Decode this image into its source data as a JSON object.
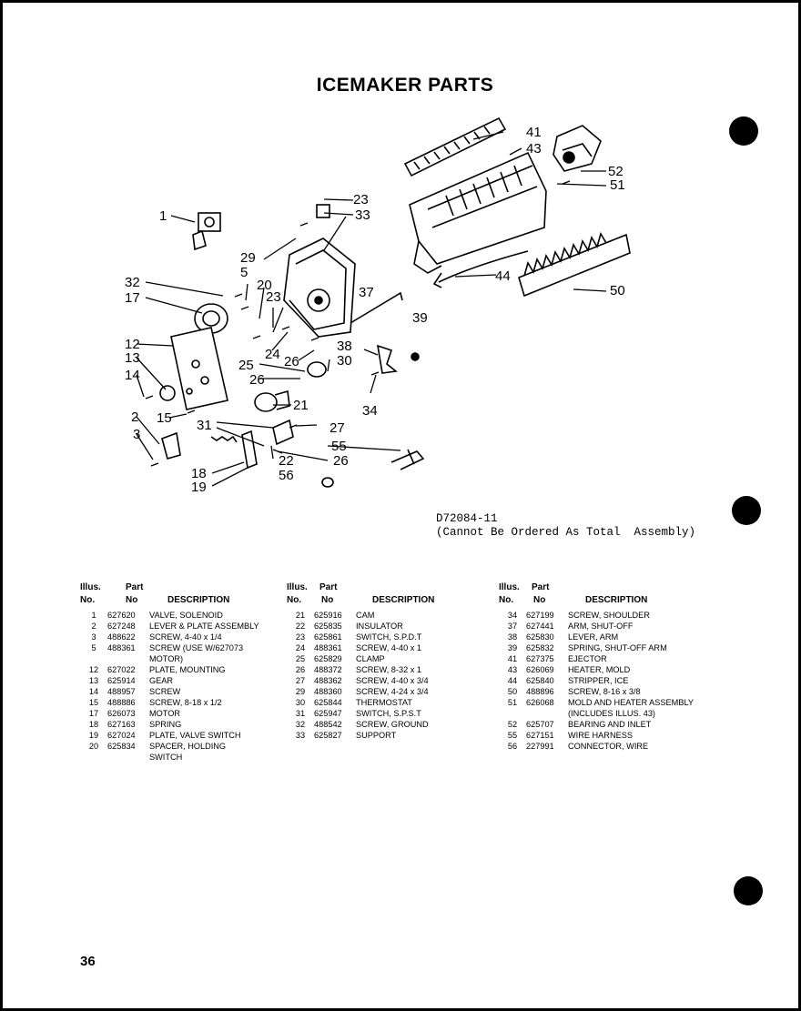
{
  "page": {
    "title": "ICEMAKER PARTS",
    "model_line": "D72084-11",
    "model_note": "(Cannot Be Ordered As Total  Assembly)",
    "page_number": "36"
  },
  "diagram_labels": [
    "1",
    "2",
    "3",
    "5",
    "12",
    "13",
    "14",
    "15",
    "17",
    "18",
    "19",
    "20",
    "21",
    "22",
    "23",
    "23",
    "24",
    "25",
    "26",
    "26",
    "26",
    "27",
    "29",
    "30",
    "31",
    "32",
    "33",
    "34",
    "37",
    "38",
    "39",
    "41",
    "43",
    "44",
    "50",
    "51",
    "52",
    "55",
    "56"
  ],
  "table_headers": {
    "illus": "Illus.",
    "no": "No.",
    "part": "Part",
    "part_no": "No",
    "description": "DESCRIPTION"
  },
  "columns": [
    [
      {
        "illus": "1",
        "part": "627620",
        "desc": "VALVE, SOLENOID"
      },
      {
        "illus": "2",
        "part": "627248",
        "desc": "LEVER & PLATE ASSEMBLY"
      },
      {
        "illus": "3",
        "part": "488622",
        "desc": "SCREW, 4-40 x 1/4"
      },
      {
        "illus": "5",
        "part": "488361",
        "desc": "SCREW (USE W/627073\nMOTOR)"
      },
      {
        "illus": "12",
        "part": "627022",
        "desc": "PLATE, MOUNTING"
      },
      {
        "illus": "13",
        "part": "625914",
        "desc": "GEAR"
      },
      {
        "illus": "14",
        "part": "488957",
        "desc": "SCREW"
      },
      {
        "illus": "15",
        "part": "488886",
        "desc": "SCREW, 8-18 x 1/2"
      },
      {
        "illus": "17",
        "part": "626073",
        "desc": "MOTOR"
      },
      {
        "illus": "18",
        "part": "627163",
        "desc": "SPRING"
      },
      {
        "illus": "19",
        "part": "627024",
        "desc": "PLATE, VALVE SWITCH"
      },
      {
        "illus": "20",
        "part": "625834",
        "desc": "SPACER, HOLDING\nSWITCH"
      }
    ],
    [
      {
        "illus": "21",
        "part": "625916",
        "desc": "CAM"
      },
      {
        "illus": "22",
        "part": "625835",
        "desc": "INSULATOR"
      },
      {
        "illus": "23",
        "part": "625861",
        "desc": "SWITCH, S.P.D.T"
      },
      {
        "illus": "24",
        "part": "488361",
        "desc": "SCREW, 4-40 x 1"
      },
      {
        "illus": "25",
        "part": "625829",
        "desc": "CLAMP"
      },
      {
        "illus": "26",
        "part": "488372",
        "desc": "SCREW, 8-32 x 1"
      },
      {
        "illus": "27",
        "part": "488362",
        "desc": "SCREW, 4-40 x 3/4"
      },
      {
        "illus": "29",
        "part": "488360",
        "desc": "SCREW, 4-24 x 3/4"
      },
      {
        "illus": "30",
        "part": "625844",
        "desc": "THERMOSTAT"
      },
      {
        "illus": "31",
        "part": "625947",
        "desc": "SWITCH, S.P.S.T"
      },
      {
        "illus": "32",
        "part": "488542",
        "desc": "SCREW, GROUND"
      },
      {
        "illus": "33",
        "part": "625827",
        "desc": "SUPPORT"
      }
    ],
    [
      {
        "illus": "34",
        "part": "627199",
        "desc": "SCREW, SHOULDER"
      },
      {
        "illus": "37",
        "part": "627441",
        "desc": "ARM, SHUT-OFF"
      },
      {
        "illus": "38",
        "part": "625830",
        "desc": "LEVER, ARM"
      },
      {
        "illus": "39",
        "part": "625832",
        "desc": "SPRING, SHUT-OFF ARM"
      },
      {
        "illus": "41",
        "part": "627375",
        "desc": "EJECTOR"
      },
      {
        "illus": "43",
        "part": "626069",
        "desc": "HEATER, MOLD"
      },
      {
        "illus": "44",
        "part": "625840",
        "desc": "STRIPPER, ICE"
      },
      {
        "illus": "50",
        "part": "488896",
        "desc": "SCREW, 8-16 x 3/8"
      },
      {
        "illus": "51",
        "part": "626068",
        "desc": "MOLD AND HEATER ASSEMBLY\n(INCLUDES ILLUS. 43)"
      },
      {
        "illus": "52",
        "part": "625707",
        "desc": "BEARING AND INLET"
      },
      {
        "illus": "55",
        "part": "627151",
        "desc": "WIRE HARNESS"
      },
      {
        "illus": "56",
        "part": "227991",
        "desc": "CONNECTOR, WIRE"
      }
    ]
  ]
}
